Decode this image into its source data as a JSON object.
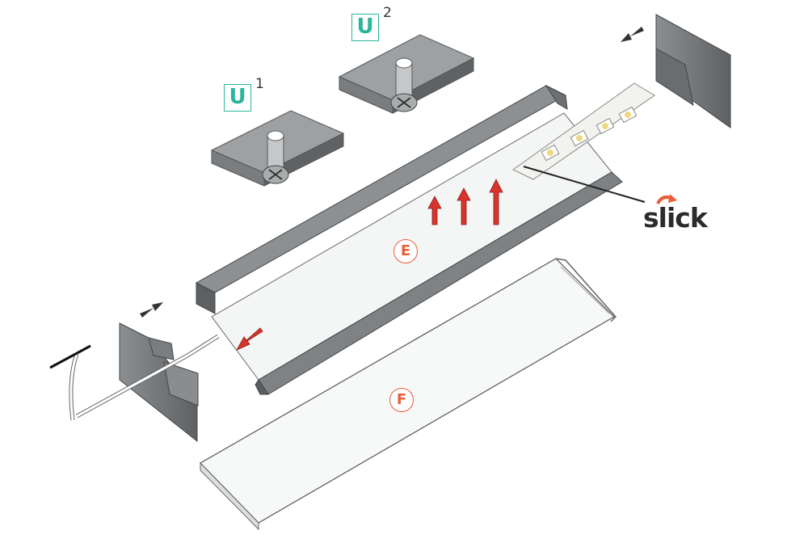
{
  "labels": {
    "mount_clip_1": {
      "letter": "U",
      "number": "1"
    },
    "mount_clip_2": {
      "letter": "U",
      "number": "2"
    },
    "profile": "E",
    "cover": "F",
    "brand": "slick"
  },
  "colors": {
    "accent_teal": "#2bb59a",
    "label_orange": "#e8603a",
    "arrow_red": "#d9342b",
    "metal_dark": "#6f7274",
    "metal_mid": "#9a9d9f",
    "metal_light": "#c9cbcc"
  }
}
